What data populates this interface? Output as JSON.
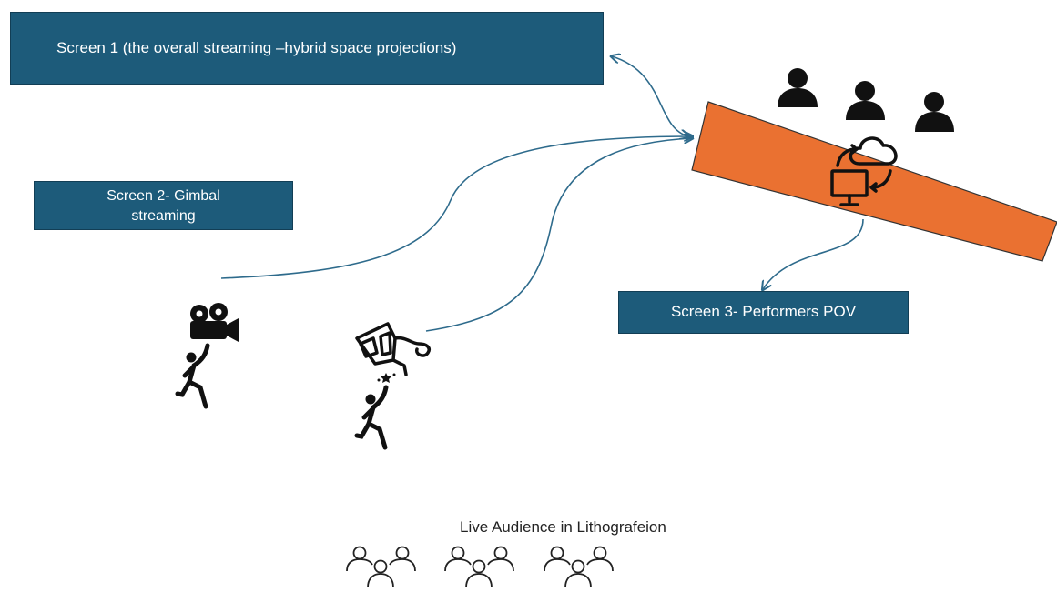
{
  "screens": {
    "screen1": "Screen 1 (the overall streaming –hybrid space projections)",
    "screen2_line1": "Screen 2- Gimbal",
    "screen2_line2": "streaming",
    "screen3": "Screen 3- Performers POV"
  },
  "audience": {
    "label": "Live Audience in Lithografeion"
  },
  "colors": {
    "screen_fill": "#1d5b7a",
    "stage_fill": "#ea7131",
    "arrow": "#2e6b8c",
    "icon": "#111111"
  },
  "icons": {
    "stage": "orange-stage-panel",
    "cloud_sync": "cloud-computer-sync-icon",
    "camera": "movie-camera-icon",
    "vr_glasses": "3d-glasses-icon",
    "runner": "running-person-icon",
    "remote_user": "person-icon",
    "audience_group": "people-group-outline-icon"
  }
}
